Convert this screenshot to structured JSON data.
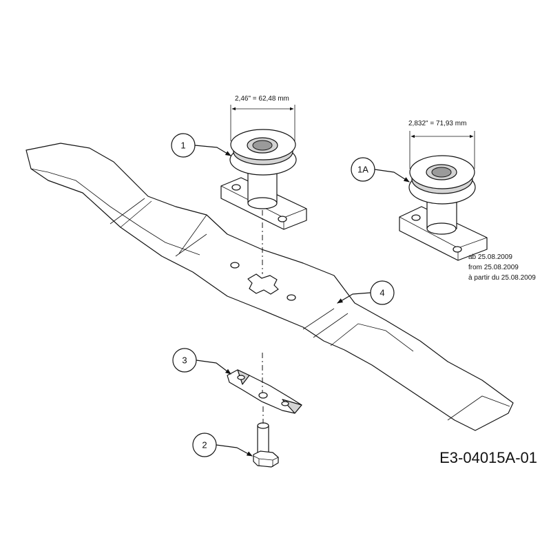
{
  "figure_code": "E3-04015A-01",
  "callouts": {
    "c1": "1",
    "c1a": "1A",
    "c2": "2",
    "c3": "3",
    "c4": "4"
  },
  "dimensions": {
    "pulley_1": "2,46\" = 62,48 mm",
    "pulley_1a": "2,832\" = 71,93 mm"
  },
  "validity_note": [
    "ab 25.08.2009",
    "from 25.08.2009",
    "à partir du 25.08.2009"
  ]
}
